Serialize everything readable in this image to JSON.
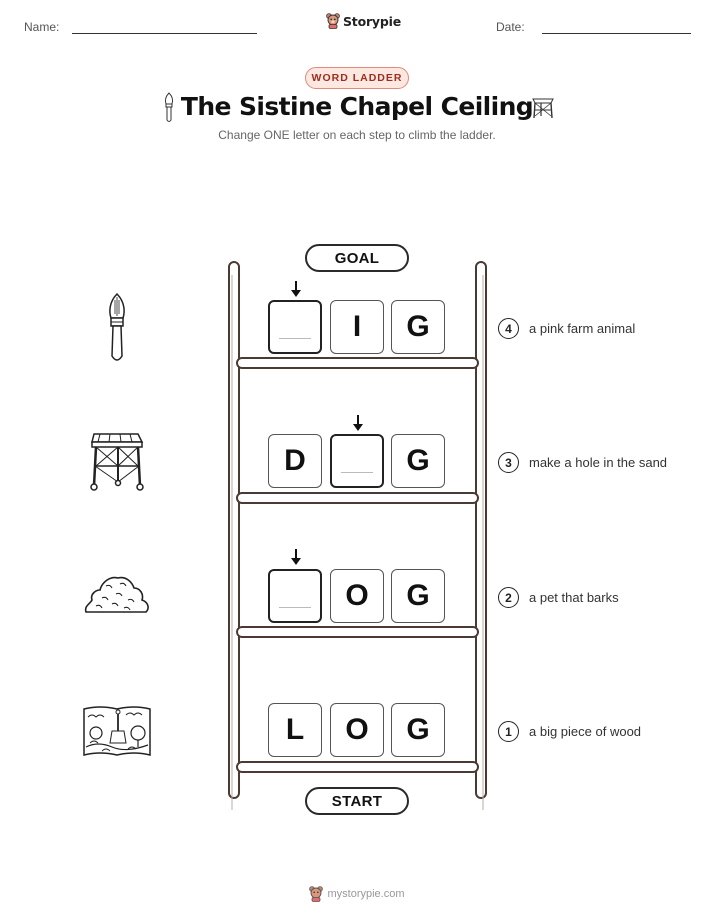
{
  "header": {
    "name_label": "Name:",
    "date_label": "Date:",
    "brand": "Storypie"
  },
  "badge": "WORD LADDER",
  "title": "The Sistine Chapel Ceiling",
  "subtitle": "Change ONE letter on each step to climb the ladder.",
  "goal_label": "GOAL",
  "start_label": "START",
  "rungs": [
    {
      "number": "4",
      "clue": "a pink farm animal",
      "letters": [
        "",
        "I",
        "G"
      ],
      "blank_index": 0,
      "picture": "paintbrush-icon"
    },
    {
      "number": "3",
      "clue": "make a hole in the sand",
      "letters": [
        "D",
        "",
        "G"
      ],
      "blank_index": 1,
      "picture": "scaffold-icon"
    },
    {
      "number": "2",
      "clue": "a pet that barks",
      "letters": [
        "",
        "O",
        "G"
      ],
      "blank_index": 0,
      "picture": "plaster-pile-icon"
    },
    {
      "number": "1",
      "clue": "a big piece of wood",
      "letters": [
        "L",
        "O",
        "G"
      ],
      "blank_index": null,
      "picture": "fresco-landscape-icon"
    }
  ],
  "footer": "mystorypie.com",
  "colors": {
    "badge_bg": "#fde7e1",
    "badge_border": "#e08a77",
    "badge_text": "#9b2f1f",
    "ladder": "#4a3a33"
  }
}
